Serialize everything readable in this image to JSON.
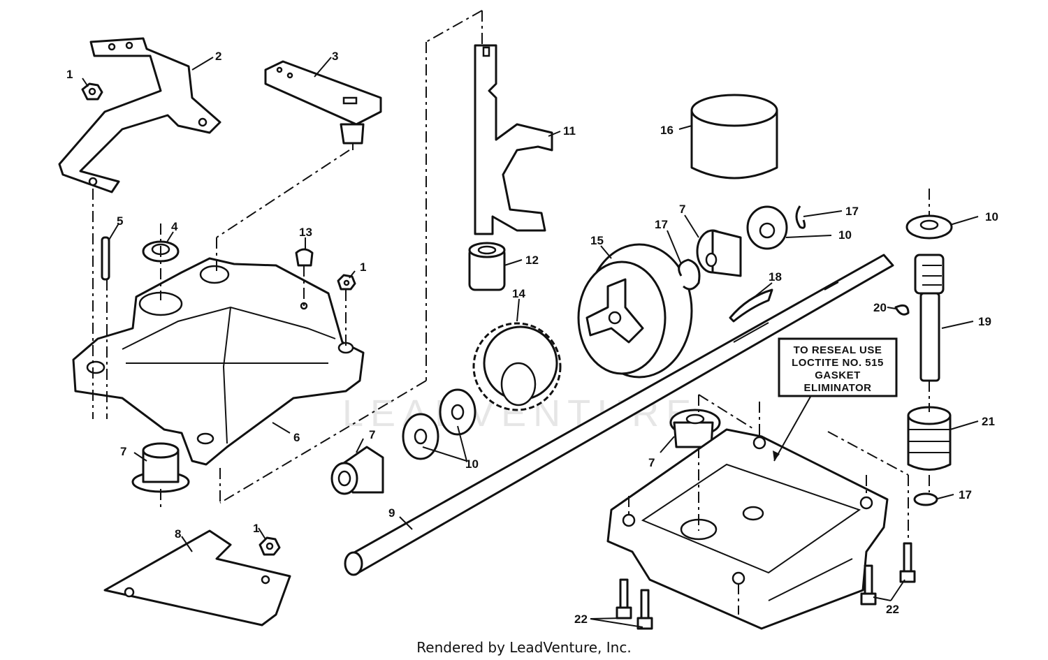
{
  "callouts": {
    "c1a": "1",
    "c2": "2",
    "c3": "3",
    "c4": "4",
    "c5": "5",
    "c13": "13",
    "c1b": "1",
    "c6": "6",
    "c7a": "7",
    "c8": "8",
    "c1c": "1",
    "c11": "11",
    "c12": "12",
    "c14": "14",
    "c7b": "7",
    "c10a": "10",
    "c9": "9",
    "c15": "15",
    "c16": "16",
    "c17a": "17",
    "c7c": "7",
    "c17b": "17",
    "c10b": "10",
    "c18": "18",
    "c10c": "10",
    "c19": "19",
    "c20": "20",
    "c21": "21",
    "c17c": "17",
    "c7d": "7",
    "c22a": "22",
    "c22b": "22"
  },
  "note": {
    "line1": "TO RESEAL USE",
    "line2": "LOCTITE NO. 515",
    "line3": "GASKET",
    "line4": "ELIMINATOR"
  },
  "watermark": "LEADVENTURE",
  "footer": "Rendered by LeadVenture, Inc."
}
